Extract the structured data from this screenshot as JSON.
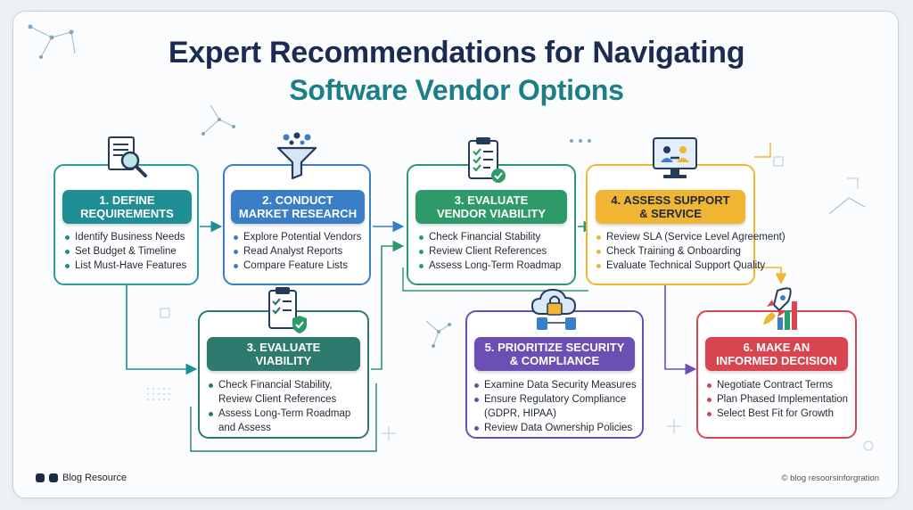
{
  "title": {
    "line1": "Expert Recommendations for Navigating",
    "line2": "Software Vendor Options"
  },
  "steps": [
    {
      "header": "1. DEFINE\nREQUIREMENTS",
      "icon": "document-search-icon",
      "color": "#1f8f95",
      "items": [
        "Identify Business Needs",
        "Set Budget & Timeline",
        "List Must-Have Features"
      ]
    },
    {
      "header": "2. CONDUCT\nMARKET RESEARCH",
      "icon": "funnel-icon",
      "color": "#3a7ec8",
      "items": [
        "Explore Potential Vendors",
        "Read Analyst Reports",
        "Compare Feature Lists"
      ]
    },
    {
      "header": "3. EVALUATE\nVENDOR VIABILITY",
      "icon": "clipboard-check-icon",
      "color": "#2e9a6a",
      "items": [
        "Check Financial Stability",
        "Review Client References",
        "Assess Long-Term Roadmap"
      ]
    },
    {
      "header": "4. ASSESS SUPPORT\n& SERVICE",
      "icon": "support-monitor-icon",
      "color": "#efb533",
      "items": [
        "Review SLA (Service Level Agreement)",
        "Check Training & Onboarding",
        "Evaluate Technical Support Quality"
      ]
    },
    {
      "header": "3. EVALUATE\nVIABILITY",
      "icon": "clipboard-shield-icon",
      "color": "#2e7a6e",
      "items": [
        "Check Financial Stability,\nReview Client References",
        "Assess Long-Term Roadmap\nand Assess"
      ]
    },
    {
      "header": "5. PRIORITIZE SECURITY\n& COMPLIANCE",
      "icon": "cloud-lock-icon",
      "color": "#6b4fb3",
      "items": [
        "Examine Data Security Measures",
        "Ensure Regulatory Compliance\n(GDPR, HIPAA)",
        "Review Data Ownership Policies"
      ]
    },
    {
      "header": "6. MAKE AN\nINFORMED DECISION",
      "icon": "rocket-growth-icon",
      "color": "#d84550",
      "items": [
        "Negotiate Contract Terms",
        "Plan Phased Implementation",
        "Select Best Fit for Growth"
      ]
    }
  ],
  "footer": {
    "brand": "Blog Resource",
    "credit": "© blog resoors⁠inforgration"
  }
}
